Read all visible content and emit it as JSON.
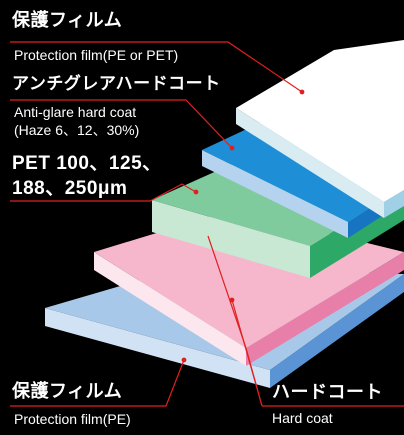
{
  "layers": [
    {
      "id": "top-protection-film",
      "title_jp": "保護フィルム",
      "title_en": "Protection film(PE or PET)",
      "face_color": "#ffffff",
      "side_color": "#d8ecf2"
    },
    {
      "id": "anti-glare-hard-coat",
      "title_jp": "アンチグレアハードコート",
      "desc_line1": "Anti-glare hard coat",
      "desc_line2": "(Haze 6、12、30%)",
      "face_color": "#1e8fd6",
      "side_color": "#b5d3ef"
    },
    {
      "id": "pet-base",
      "title_line1": "PET 100、125、",
      "title_line2": "188、250μm",
      "face_color": "#7fcb9e",
      "side_color": "#c8e8d4"
    },
    {
      "id": "hard-coat",
      "title_jp": "ハードコート",
      "title_en": "Hard coat",
      "face_color": "#f6b6cc",
      "side_color": "#fde7ef"
    },
    {
      "id": "bottom-protection-film",
      "title_jp": "保護フィルム",
      "title_en": "Protection film(PE)",
      "face_color": "#a8c8ea",
      "side_color": "#d0e2f4"
    }
  ],
  "leader_color": "#e0201e"
}
